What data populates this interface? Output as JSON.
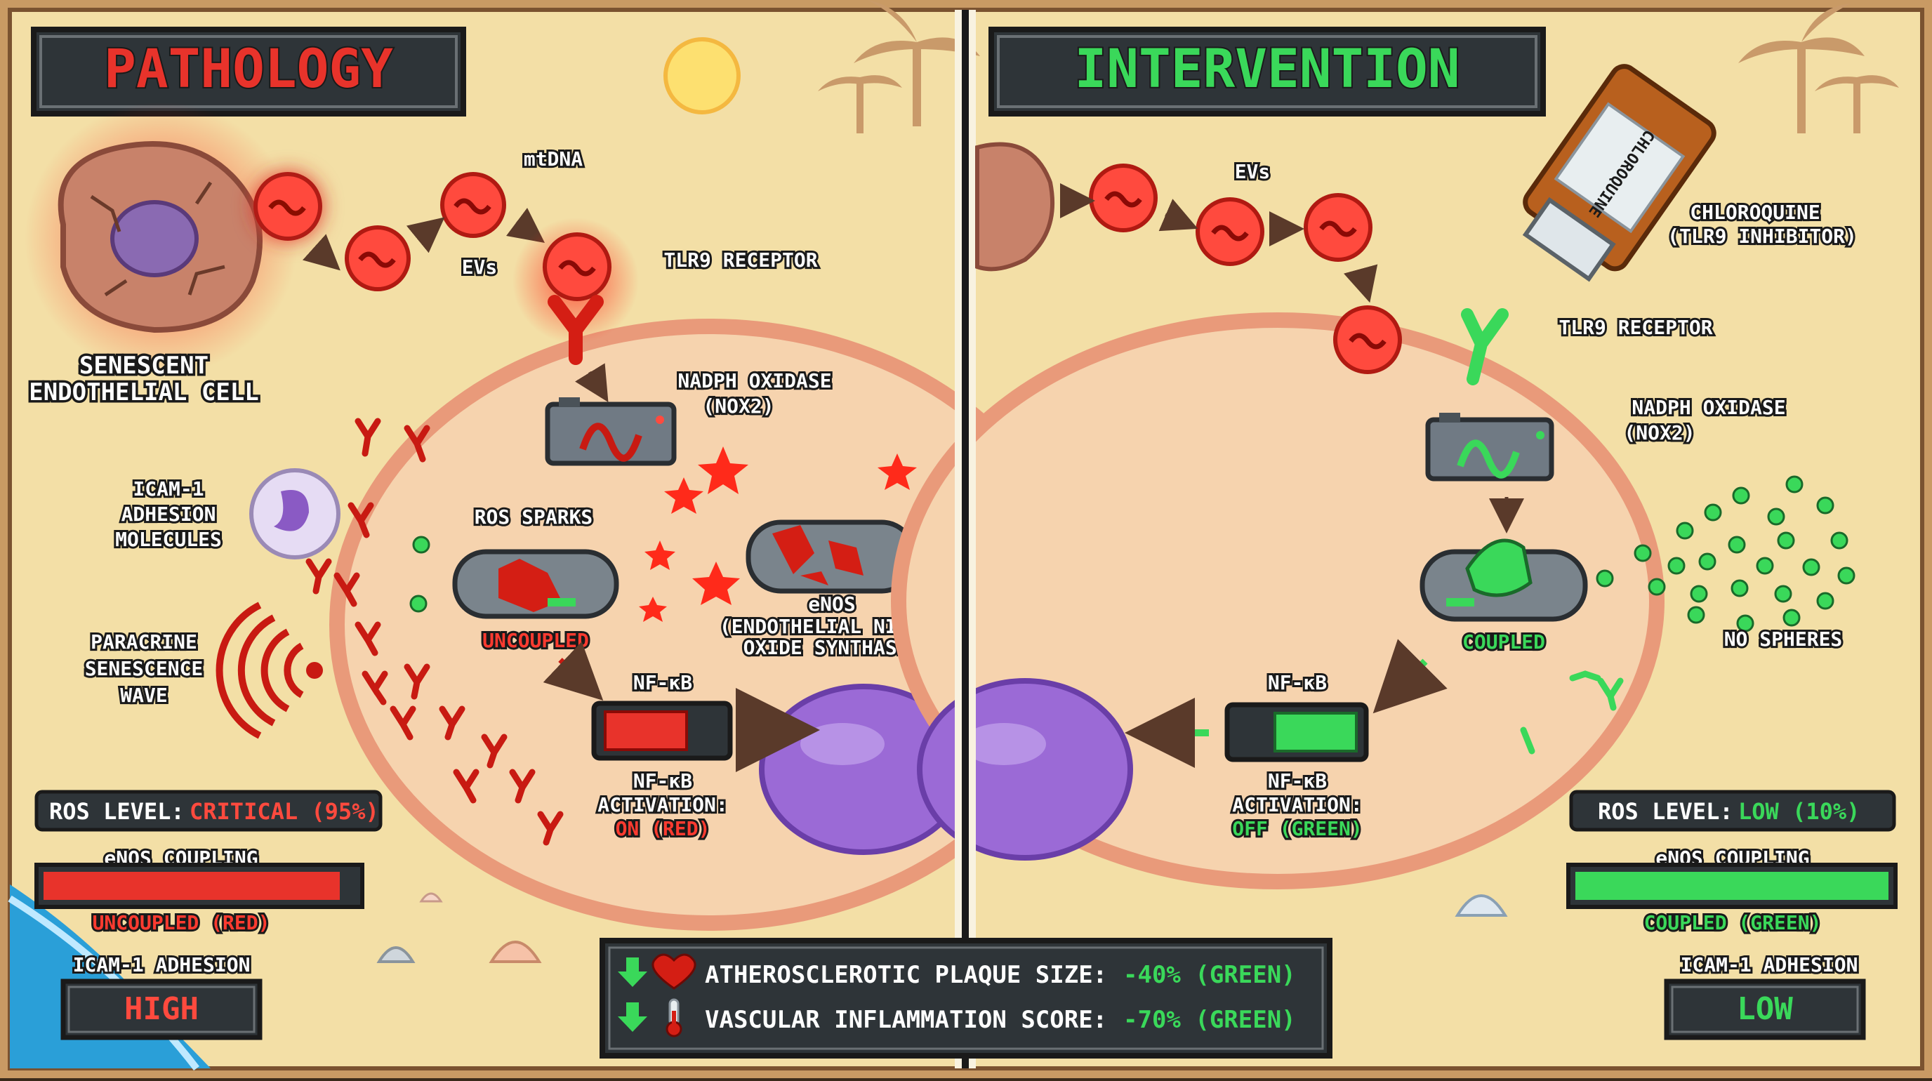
{
  "colors": {
    "pathology": "#e8332b",
    "intervention": "#3ad85a",
    "sand": "#f3dfa6",
    "frame": "#c9a06a",
    "cell_membrane": "#e99a7a",
    "nucleus": "#9b6ad6"
  },
  "pathology": {
    "title": "PATHOLOGY",
    "labels": {
      "senescent_cell": [
        "SENESCENT",
        "ENDOTHELIAL CELL"
      ],
      "mtdna": "mtDNA",
      "evs": "EVs",
      "tlr9": "TLR9 RECEPTOR",
      "nadph": [
        "NADPH OXIDASE",
        "(NOX2)"
      ],
      "ros_sparks": "ROS SPARKS",
      "icam": [
        "ICAM-1",
        "ADHESION",
        "MOLECULES"
      ],
      "paracrine": [
        "PARACRINE",
        "SENESCENCE",
        "WAVE"
      ],
      "uncoupled": "UNCOUPLED",
      "enos": [
        "eNOS",
        "(ENDOTHELIAL NITRIC",
        "OXIDE SYNTHASE)"
      ],
      "nfkb": "NF-κB",
      "nfkb_activation": [
        "NF-κB",
        "ACTIVATION:"
      ],
      "nfkb_state": "ON (RED)"
    },
    "status": {
      "ros_label": "ROS LEVEL:",
      "ros_value": "CRITICAL (95%)",
      "ros_percent": 95,
      "enos_label": "eNOS COUPLING",
      "enos_bar_fill": 0.95,
      "enos_value": "UNCOUPLED (RED)",
      "icam_label": "ICAM-1 ADHESION",
      "icam_value": "HIGH"
    }
  },
  "intervention": {
    "title": "INTERVENTION",
    "labels": {
      "evs": "EVs",
      "bottle_label": "CHLOROQUINE",
      "chloroquine": [
        "CHLOROQUINE",
        "(TLR9 INHIBITOR)"
      ],
      "tlr9": "TLR9 RECEPTOR",
      "nadph": [
        "NADPH OXIDASE",
        "(NOX2)"
      ],
      "no_spheres": "NO SPHERES",
      "coupled": "COUPLED",
      "nfkb": "NF-κB",
      "nfkb_activation": [
        "NF-κB",
        "ACTIVATION:"
      ],
      "nfkb_state": "OFF (GREEN)"
    },
    "status": {
      "ros_label": "ROS LEVEL:",
      "ros_value": "LOW (10%)",
      "ros_percent": 10,
      "enos_label": "eNOS COUPLING",
      "enos_bar_fill": 1.0,
      "enos_value": "COUPLED (GREEN)",
      "icam_label": "ICAM-1 ADHESION",
      "icam_value": "LOW"
    }
  },
  "outcomes": [
    {
      "icon": "heart-icon",
      "label": "ATHEROSCLEROTIC PLAQUE SIZE:",
      "value": "-40% (GREEN)"
    },
    {
      "icon": "thermometer-icon",
      "label": "VASCULAR INFLAMMATION SCORE:",
      "value": "-70% (GREEN)"
    }
  ]
}
